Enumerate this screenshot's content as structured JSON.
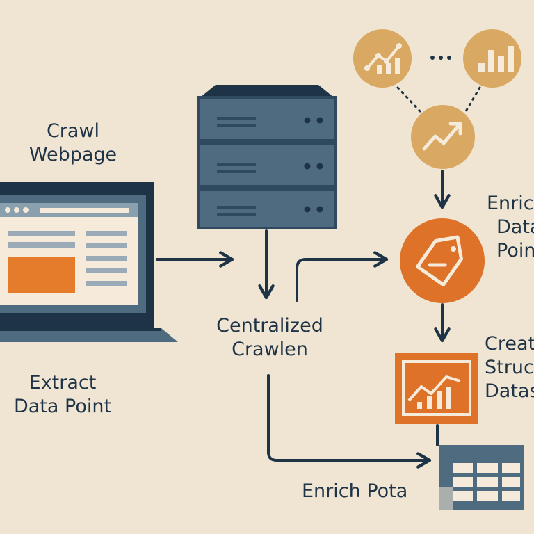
{
  "labels": {
    "crawl_webpage": [
      "Crawl",
      "Webpage"
    ],
    "extract_data_point": [
      "Extract",
      "Data Point"
    ],
    "centralized_crawler": [
      "Centralized",
      "Crawlen"
    ],
    "enrich_data_point": [
      "Enric",
      "Data",
      "Poin"
    ],
    "create_structured_dataset": [
      "Creat",
      "Struc",
      "Datas"
    ],
    "enrich_pota": "Enrich Pota"
  },
  "icons": {
    "laptop": "laptop-webpage-icon",
    "server": "server-rack-icon",
    "analytics_line": "line-chart-icon",
    "analytics_bars": "bar-chart-icon",
    "trend": "trend-up-icon",
    "tag": "tag-icon",
    "chart_panel": "growth-chart-icon",
    "table": "spreadsheet-table-icon"
  },
  "colors": {
    "background": "#f0e5d3",
    "navy": "#1f3346",
    "slate": "#4e6b80",
    "orange": "#dd7228",
    "gold": "#d9a862"
  }
}
